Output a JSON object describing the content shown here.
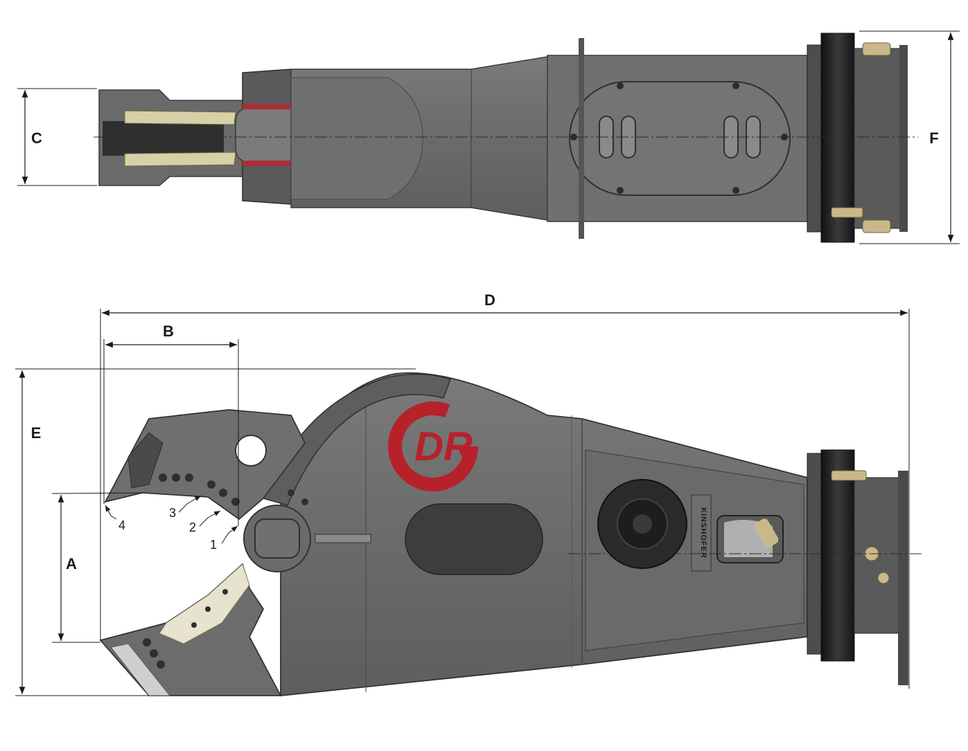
{
  "dimensions": {
    "A": "A",
    "B": "B",
    "C": "C",
    "D": "D",
    "E": "E",
    "F": "F"
  },
  "cutting_points": [
    "1",
    "2",
    "3",
    "4"
  ],
  "logo": {
    "text": "DR",
    "color": "#b7212a"
  },
  "brand_label": "KINSHOFER",
  "colors": {
    "body": "#6e6e6e",
    "body_dark": "#4a4a4a",
    "hole": "#3a3a3a",
    "blade": "#e8e3cf",
    "accent_red": "#b7212a",
    "hose": "#c9b98a",
    "rotator": "#1f1f1f"
  }
}
